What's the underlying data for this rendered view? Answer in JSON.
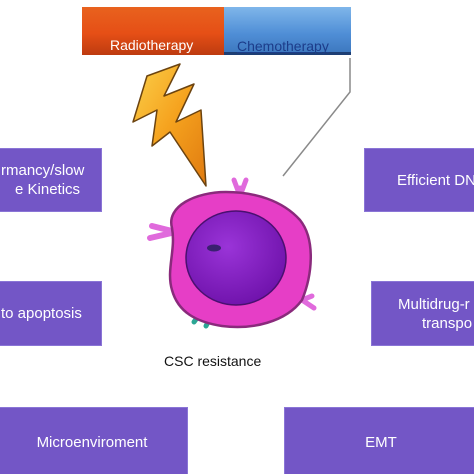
{
  "treatments": {
    "radiotherapy": "Radiotherapy",
    "chemotherapy": "Chemotherapy"
  },
  "mechanisms": {
    "dormancy_line1": "rmancy/slow",
    "dormancy_line2": "e Kinetics",
    "efficient_dna": "Efficient DN",
    "apoptosis": "to apoptosis",
    "multidrug_line1": "Multidrug-r",
    "multidrug_line2": "transpo",
    "microenvironment": "Microenviroment",
    "emt": "EMT"
  },
  "caption": "CSC resistance",
  "icons": {
    "lightning": "lightning-bolt-icon",
    "cell": "cancer-stem-cell-icon"
  },
  "colors": {
    "box_fill": "#7356c6",
    "radiotherapy_fill": "#e64f16",
    "chemotherapy_fill": "#4f8ed6",
    "cell_membrane": "#e63ec6",
    "cell_nucleus": "#8b22c9",
    "bolt": "#f39a1c"
  }
}
